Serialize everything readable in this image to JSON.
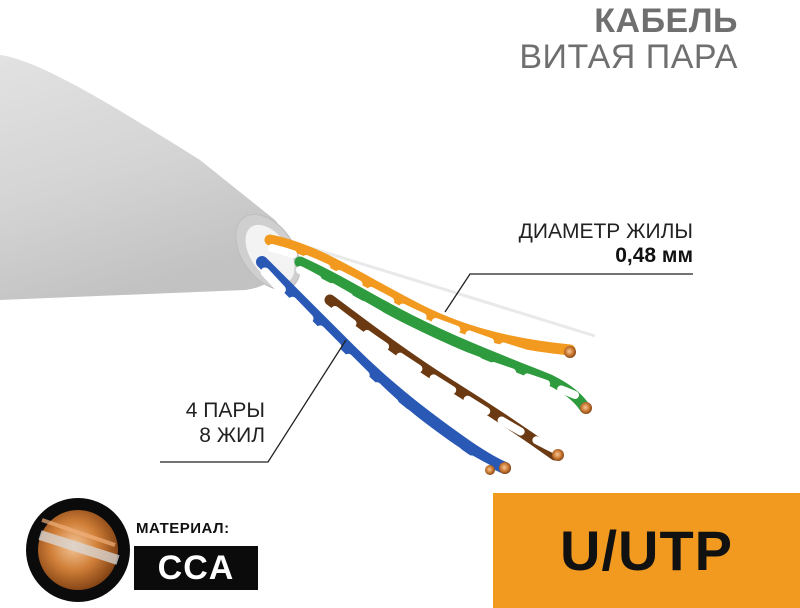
{
  "title": {
    "line1": "КАБЕЛЬ",
    "line2": "ВИТАЯ ПАРА"
  },
  "callouts": {
    "diameter_label": "ДИАМЕТР ЖИЛЫ",
    "diameter_value": "0,48 мм",
    "pairs_line1": "4 ПАРЫ",
    "pairs_line2": "8 ЖИЛ"
  },
  "material": {
    "label": "МАТЕРИАЛ:",
    "value": "CCA"
  },
  "cable_type": "U/UTP",
  "colors": {
    "jacket": "#d7d7d7",
    "orange": "#f29a1f",
    "green": "#2e9c3e",
    "blue": "#2a59b5",
    "brown": "#6b3a12",
    "copper": "#c47a3a"
  }
}
